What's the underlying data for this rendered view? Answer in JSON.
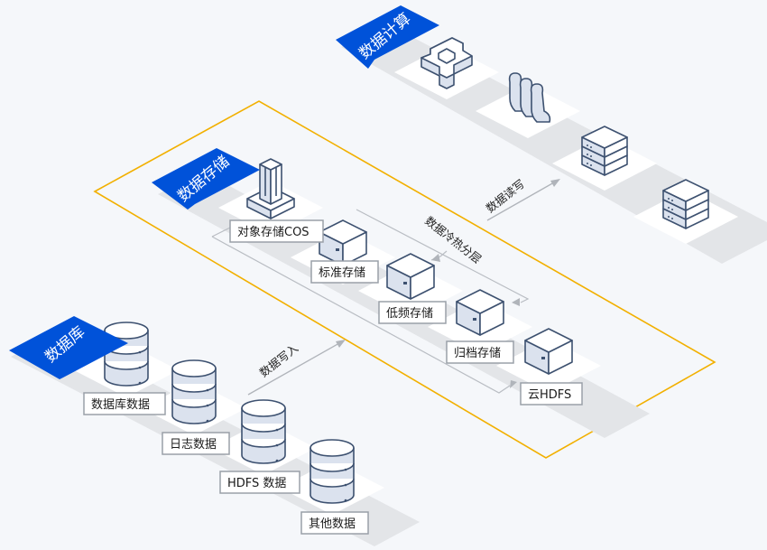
{
  "colors": {
    "accent": "#0052d9",
    "highlight_border": "#f2b000",
    "band": "#e3e5e8",
    "icon_stroke": "#3d5170",
    "background": "#f5f7fa"
  },
  "groups": {
    "compute": {
      "title": "数据计算",
      "items": [
        {
          "icon": "gear-cluster-icon"
        },
        {
          "icon": "parallel-jobs-icon"
        },
        {
          "icon": "server-rack-icon"
        },
        {
          "icon": "server-rack-icon"
        }
      ]
    },
    "storage": {
      "title": "数据存储",
      "items": [
        {
          "icon": "building-icon",
          "label": "对象存储COS"
        },
        {
          "icon": "storage-box-icon",
          "label": "标准存储"
        },
        {
          "icon": "storage-box-icon",
          "label": "低频存储"
        },
        {
          "icon": "storage-box-icon",
          "label": "归档存储"
        },
        {
          "icon": "storage-box-icon",
          "label": "云HDFS"
        }
      ]
    },
    "database": {
      "title": "数据库",
      "items": [
        {
          "icon": "database-icon",
          "label": "数据库数据"
        },
        {
          "icon": "database-icon",
          "label": "日志数据"
        },
        {
          "icon": "database-icon",
          "label": "HDFS 数据"
        },
        {
          "icon": "database-icon",
          "label": "其他数据"
        }
      ]
    }
  },
  "flows": {
    "write": "数据写入",
    "read_write": "数据读写",
    "tiering": "数据冷热分层"
  }
}
